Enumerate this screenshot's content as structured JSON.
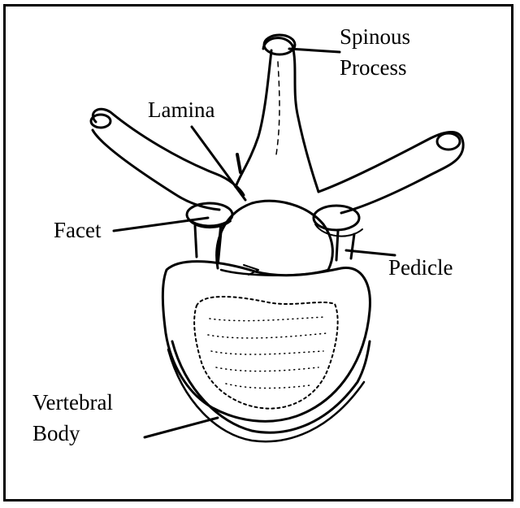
{
  "diagram": {
    "labels": {
      "spinous_line1": "Spinous",
      "spinous_line2": "Process",
      "lamina": "Lamina",
      "facet": "Facet",
      "pedicle": "Pedicle",
      "vertebral_line1": "Vertebral",
      "vertebral_line2": "Body"
    },
    "colors": {
      "ink": "#000000",
      "background": "#ffffff"
    }
  }
}
